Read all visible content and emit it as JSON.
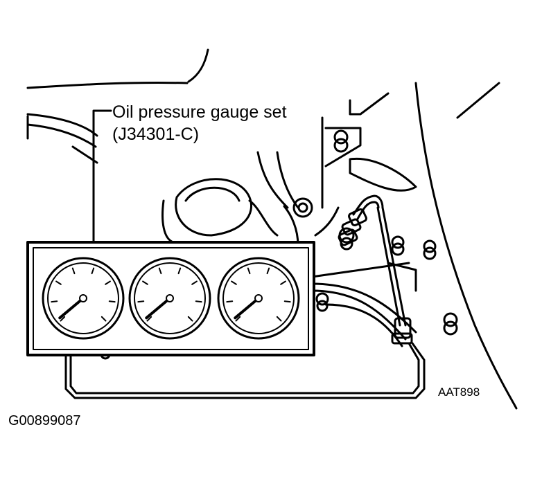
{
  "callout": {
    "line1": "Oil pressure gauge set",
    "line2": "(J34301-C)"
  },
  "figure_code": "AAT898",
  "document_code": "G00899087",
  "gauges": [
    {
      "name": "gauge-left"
    },
    {
      "name": "gauge-center"
    },
    {
      "name": "gauge-right"
    }
  ],
  "colors": {
    "ink": "#000000",
    "paper": "#ffffff"
  }
}
